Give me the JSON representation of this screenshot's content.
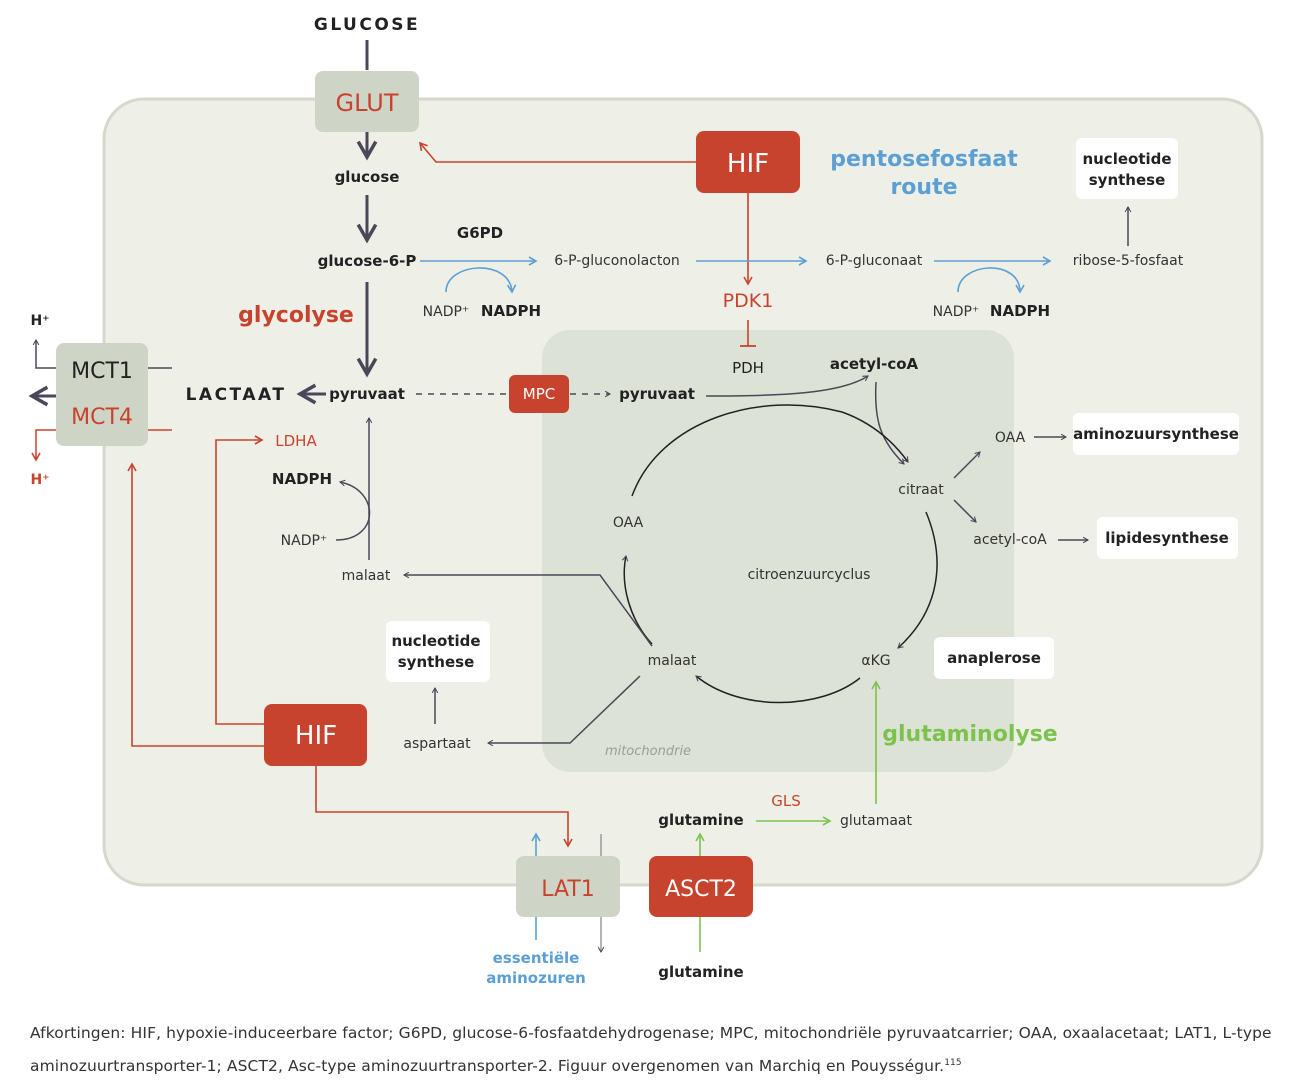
{
  "colors": {
    "red": "#c8432d",
    "blue": "#5b9fd5",
    "green": "#7cc24d",
    "dark": "#4a4858",
    "cell_fill": "#eef0e8",
    "mito_fill": "#dde2d6",
    "transporter_fill": "#cfd5c6"
  },
  "labels": {
    "glucose_top": "GLUCOSE",
    "glut": "GLUT",
    "glucose": "glucose",
    "glucose6p": "glucose-6-P",
    "g6pd": "G6PD",
    "gluconolacton": "6-P-gluconolacton",
    "gluconaat": "6-P-gluconaat",
    "ribose": "ribose-5-fosfaat",
    "nucleotide_top": "nucleotide\nsynthese",
    "hif_top": "HIF",
    "pentose": "pentosefosfaat\nroute",
    "nadp_1": "NADP⁺",
    "nadph_1": "NADPH",
    "nadp_2": "NADP⁺",
    "nadph_2": "NADPH",
    "pdk1": "PDK1",
    "pdh": "PDH",
    "glycolyse": "glycolyse",
    "h_top": "H⁺",
    "h_bottom": "H⁺",
    "mct1": "MCT1",
    "mct4": "MCT4",
    "lactaat": "LACTAAT",
    "pyruvaat_cyto": "pyruvaat",
    "mpc": "MPC",
    "pyruvaat_mito": "pyruvaat",
    "acetylcoa_top": "acetyl-coA",
    "ldha": "LDHA",
    "nadph_3": "NADPH",
    "nadp_3": "NADP⁺",
    "malaat_cyto": "malaat",
    "oaa_mito": "OAA",
    "citroen": "citroenzuurcyclus",
    "citraat": "citraat",
    "oaa_right": "OAA",
    "aminozuur": "aminozuursynthese",
    "acetylcoa_right": "acetyl-coA",
    "lipide": "lipidesynthese",
    "nucleotide_mid": "nucleotide\nsynthese",
    "malaat_mito": "malaat",
    "akg": "αKG",
    "anaplerose": "anaplerose",
    "aspartaat": "aspartaat",
    "mitochondrie": "mitochondrie",
    "glutaminolyse": "glutaminolyse",
    "hif_bottom": "HIF",
    "gls": "GLS",
    "glutamine_in": "glutamine",
    "glutamaat": "glutamaat",
    "lat1": "LAT1",
    "asct2": "ASCT2",
    "essentiele": "essentiële\naminozuren",
    "glutamine_out": "glutamine"
  },
  "caption": {
    "text": "Afkortingen: HIF, hypoxie-induceerbare factor; G6PD, glucose-6-fosfaatdehydrogenase; MPC, mitochondriële pyruvaatcarrier; OAA, oxaalacetaat; LAT1, L-type aminozuurtransporter-1; ASCT2, Asc-type aminozuurtransporter-2. Figuur overgenomen van Marchiq en Pouysségur.",
    "ref": "115"
  }
}
